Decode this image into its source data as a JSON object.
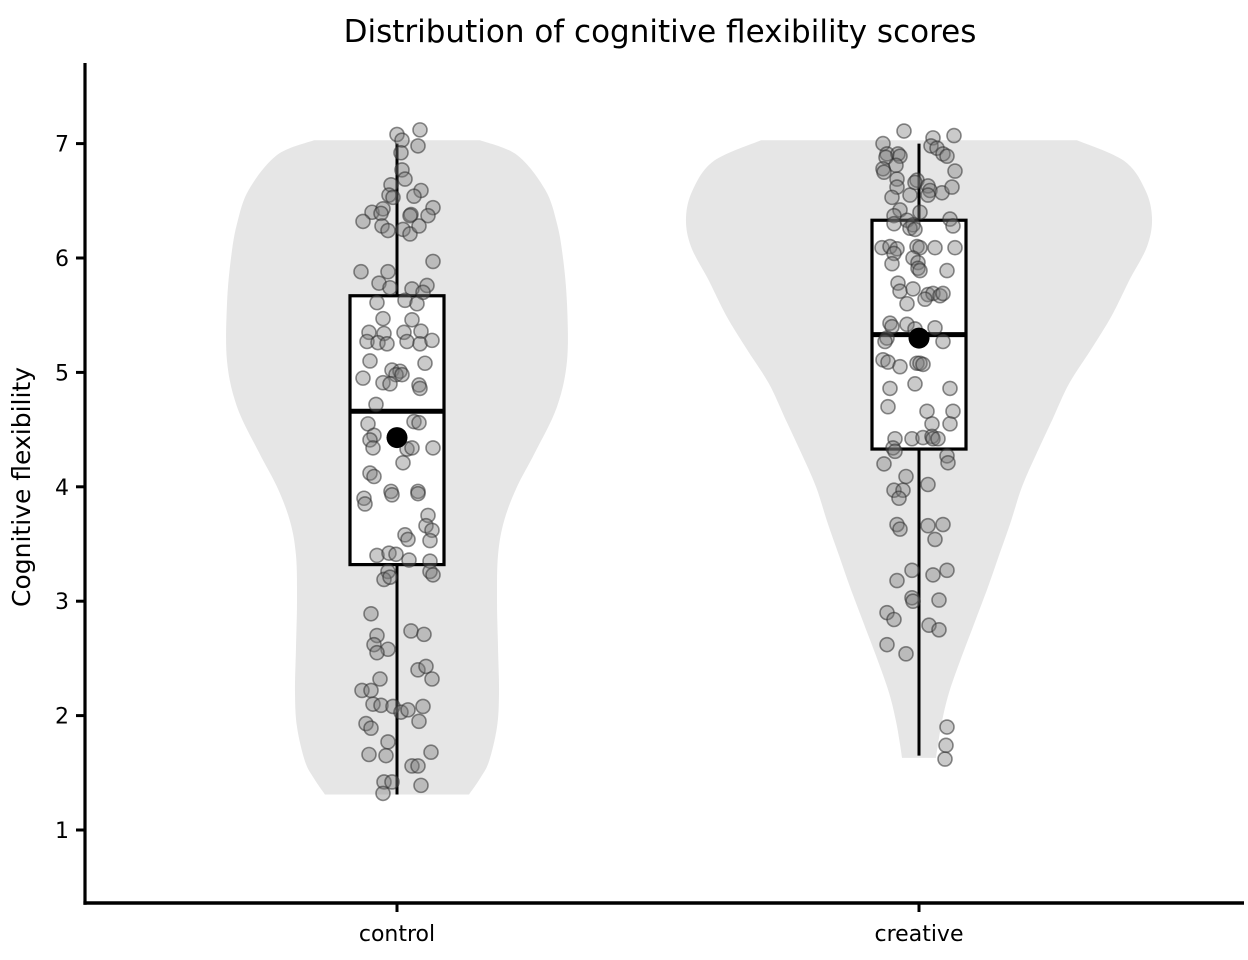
{
  "title": "Distribution of cognitive flexibility scores",
  "y_axis": {
    "label": "Cognitive flexibility"
  },
  "x_axis": {
    "categories": [
      "control",
      "creative"
    ]
  },
  "colors": {
    "violin_fill": "#e6e6e6",
    "box_fill": "#ffffff",
    "line": "#000000",
    "point_fill": "#7a7a7a",
    "point_stroke": "#2e2e2e",
    "text": "#000000"
  },
  "chart_data": {
    "type": "violin-box-jitter",
    "title": "Distribution of cognitive flexibility scores",
    "xlabel": "",
    "ylabel": "Cognitive flexibility",
    "y_tick_values": [
      1,
      2,
      3,
      4,
      5,
      6,
      7
    ],
    "ylim": [
      0.3,
      7.5
    ],
    "grid": false,
    "legend": "none",
    "categories": [
      "control",
      "creative"
    ],
    "groups": [
      {
        "name": "control",
        "box": {
          "whisker_low": 1.31,
          "q1": 3.32,
          "median": 4.66,
          "q3": 5.67,
          "whisker_high": 7.0,
          "mean": 4.43
        },
        "violin_profile": [
          [
            7.03,
            83
          ],
          [
            6.9,
            120
          ],
          [
            6.6,
            148
          ],
          [
            6.3,
            160
          ],
          [
            6.0,
            166
          ],
          [
            5.6,
            170
          ],
          [
            5.1,
            170
          ],
          [
            4.7,
            160
          ],
          [
            4.3,
            138
          ],
          [
            4.0,
            120
          ],
          [
            3.7,
            107
          ],
          [
            3.4,
            101
          ],
          [
            3.0,
            100
          ],
          [
            2.6,
            101
          ],
          [
            2.2,
            102
          ],
          [
            1.9,
            100
          ],
          [
            1.6,
            92
          ],
          [
            1.45,
            83
          ],
          [
            1.31,
            72
          ]
        ],
        "points": [
          [
            0,
            7.08
          ],
          [
            23,
            7.12
          ],
          [
            5,
            7.03
          ],
          [
            21,
            6.98
          ],
          [
            4,
            6.92
          ],
          [
            5,
            6.77
          ],
          [
            8,
            6.69
          ],
          [
            -6,
            6.64
          ],
          [
            24,
            6.59
          ],
          [
            17,
            6.54
          ],
          [
            -8,
            6.55
          ],
          [
            -4,
            6.53
          ],
          [
            -25,
            6.4
          ],
          [
            -14,
            6.43
          ],
          [
            -16,
            6.39
          ],
          [
            36,
            6.44
          ],
          [
            14,
            6.38
          ],
          [
            13,
            6.37
          ],
          [
            -34,
            6.32
          ],
          [
            31,
            6.37
          ],
          [
            -15,
            6.28
          ],
          [
            -9,
            6.24
          ],
          [
            6,
            6.25
          ],
          [
            13,
            6.21
          ],
          [
            22,
            6.28
          ],
          [
            36,
            5.97
          ],
          [
            -36,
            5.88
          ],
          [
            -9,
            5.88
          ],
          [
            -18,
            5.78
          ],
          [
            -7,
            5.74
          ],
          [
            15,
            5.73
          ],
          [
            30,
            5.76
          ],
          [
            26,
            5.7
          ],
          [
            -20,
            5.61
          ],
          [
            8,
            5.63
          ],
          [
            20,
            5.6
          ],
          [
            -14,
            5.47
          ],
          [
            15,
            5.46
          ],
          [
            -28,
            5.35
          ],
          [
            -13,
            5.34
          ],
          [
            7,
            5.35
          ],
          [
            24,
            5.36
          ],
          [
            -30,
            5.27
          ],
          [
            -19,
            5.26
          ],
          [
            -10,
            5.25
          ],
          [
            10,
            5.27
          ],
          [
            23,
            5.25
          ],
          [
            35,
            5.28
          ],
          [
            -27,
            5.1
          ],
          [
            -5,
            5.02
          ],
          [
            3,
            5.01
          ],
          [
            -1,
            4.98
          ],
          [
            5,
            4.98
          ],
          [
            28,
            5.08
          ],
          [
            -34,
            4.95
          ],
          [
            -14,
            4.91
          ],
          [
            -7,
            4.9
          ],
          [
            22,
            4.89
          ],
          [
            23,
            4.86
          ],
          [
            -21,
            4.72
          ],
          [
            17,
            4.57
          ],
          [
            22,
            4.56
          ],
          [
            -29,
            4.55
          ],
          [
            -23,
            4.45
          ],
          [
            -27,
            4.41
          ],
          [
            -24,
            4.34
          ],
          [
            10,
            4.33
          ],
          [
            15,
            4.34
          ],
          [
            36,
            4.34
          ],
          [
            6,
            4.21
          ],
          [
            -27,
            4.12
          ],
          [
            -23,
            4.09
          ],
          [
            -6,
            3.96
          ],
          [
            21,
            3.96
          ],
          [
            -33,
            3.9
          ],
          [
            -32,
            3.85
          ],
          [
            -5,
            3.93
          ],
          [
            21,
            3.94
          ],
          [
            31,
            3.75
          ],
          [
            29,
            3.66
          ],
          [
            35,
            3.62
          ],
          [
            8,
            3.58
          ],
          [
            11,
            3.54
          ],
          [
            33,
            3.53
          ],
          [
            -20,
            3.4
          ],
          [
            -8,
            3.42
          ],
          [
            -1,
            3.41
          ],
          [
            12,
            3.36
          ],
          [
            33,
            3.35
          ],
          [
            -9,
            3.26
          ],
          [
            -13,
            3.19
          ],
          [
            -7,
            3.21
          ],
          [
            33,
            3.26
          ],
          [
            36,
            3.23
          ],
          [
            -26,
            2.89
          ],
          [
            -20,
            2.7
          ],
          [
            14,
            2.74
          ],
          [
            27,
            2.71
          ],
          [
            -23,
            2.62
          ],
          [
            -9,
            2.58
          ],
          [
            -20,
            2.55
          ],
          [
            21,
            2.4
          ],
          [
            29,
            2.43
          ],
          [
            35,
            2.32
          ],
          [
            -17,
            2.32
          ],
          [
            -35,
            2.22
          ],
          [
            -26,
            2.22
          ],
          [
            -24,
            2.1
          ],
          [
            -16,
            2.09
          ],
          [
            -4,
            2.08
          ],
          [
            26,
            2.08
          ],
          [
            4,
            2.03
          ],
          [
            11,
            2.05
          ],
          [
            22,
            1.95
          ],
          [
            -31,
            1.93
          ],
          [
            -26,
            1.89
          ],
          [
            -9,
            1.77
          ],
          [
            -28,
            1.66
          ],
          [
            -11,
            1.65
          ],
          [
            34,
            1.68
          ],
          [
            15,
            1.56
          ],
          [
            21,
            1.56
          ],
          [
            -13,
            1.42
          ],
          [
            -5,
            1.42
          ],
          [
            24,
            1.39
          ],
          [
            -14,
            1.32
          ]
        ]
      },
      {
        "name": "creative",
        "box": {
          "whisker_low": 1.65,
          "q1": 4.33,
          "median": 5.33,
          "q3": 6.33,
          "whisker_high": 7.0,
          "mean": 5.3
        },
        "violin_profile": [
          [
            7.03,
            158
          ],
          [
            6.85,
            205
          ],
          [
            6.6,
            226
          ],
          [
            6.35,
            233
          ],
          [
            6.1,
            228
          ],
          [
            5.8,
            210
          ],
          [
            5.5,
            193
          ],
          [
            5.2,
            172
          ],
          [
            4.9,
            150
          ],
          [
            4.6,
            134
          ],
          [
            4.3,
            118
          ],
          [
            4.0,
            103
          ],
          [
            3.7,
            92
          ],
          [
            3.4,
            80
          ],
          [
            3.1,
            68
          ],
          [
            2.8,
            55
          ],
          [
            2.5,
            42
          ],
          [
            2.2,
            30
          ],
          [
            1.95,
            23
          ],
          [
            1.75,
            19
          ],
          [
            1.63,
            17
          ]
        ],
        "points": [
          [
            -15,
            7.11
          ],
          [
            14,
            7.05
          ],
          [
            35,
            7.07
          ],
          [
            -36,
            7.0
          ],
          [
            12,
            6.98
          ],
          [
            18,
            6.96
          ],
          [
            24,
            6.91
          ],
          [
            28,
            6.89
          ],
          [
            -32,
            6.91
          ],
          [
            -33,
            6.88
          ],
          [
            -21,
            6.91
          ],
          [
            -19,
            6.89
          ],
          [
            -23,
            6.81
          ],
          [
            -36,
            6.78
          ],
          [
            -35,
            6.75
          ],
          [
            36,
            6.76
          ],
          [
            -22,
            6.69
          ],
          [
            -2,
            6.68
          ],
          [
            -4,
            6.66
          ],
          [
            -22,
            6.62
          ],
          [
            9,
            6.63
          ],
          [
            11,
            6.59
          ],
          [
            23,
            6.57
          ],
          [
            33,
            6.62
          ],
          [
            -27,
            6.53
          ],
          [
            -9,
            6.55
          ],
          [
            9,
            6.55
          ],
          [
            -19,
            6.42
          ],
          [
            1,
            6.4
          ],
          [
            -25,
            6.37
          ],
          [
            -12,
            6.33
          ],
          [
            -6,
            6.29
          ],
          [
            -25,
            6.3
          ],
          [
            -9,
            6.26
          ],
          [
            -4,
            6.25
          ],
          [
            31,
            6.34
          ],
          [
            34,
            6.28
          ],
          [
            -37,
            6.09
          ],
          [
            -29,
            6.1
          ],
          [
            -22,
            6.08
          ],
          [
            -25,
            6.04
          ],
          [
            -2,
            6.1
          ],
          [
            1,
            6.09
          ],
          [
            16,
            6.09
          ],
          [
            36,
            6.09
          ],
          [
            -27,
            5.95
          ],
          [
            -6,
            6.0
          ],
          [
            -1,
            5.96
          ],
          [
            -1,
            5.91
          ],
          [
            1,
            5.89
          ],
          [
            28,
            5.89
          ],
          [
            -21,
            5.78
          ],
          [
            -19,
            5.71
          ],
          [
            -6,
            5.73
          ],
          [
            9,
            5.68
          ],
          [
            14,
            5.69
          ],
          [
            21,
            5.67
          ],
          [
            24,
            5.69
          ],
          [
            -12,
            5.6
          ],
          [
            6,
            5.64
          ],
          [
            -29,
            5.43
          ],
          [
            -27,
            5.4
          ],
          [
            -12,
            5.42
          ],
          [
            -4,
            5.38
          ],
          [
            16,
            5.39
          ],
          [
            24,
            5.27
          ],
          [
            -32,
            5.3
          ],
          [
            -34,
            5.27
          ],
          [
            -36,
            5.11
          ],
          [
            -31,
            5.09
          ],
          [
            -19,
            5.05
          ],
          [
            -2,
            5.08
          ],
          [
            1,
            5.08
          ],
          [
            4,
            5.07
          ],
          [
            -29,
            4.86
          ],
          [
            -4,
            4.9
          ],
          [
            31,
            4.86
          ],
          [
            -31,
            4.7
          ],
          [
            8,
            4.66
          ],
          [
            34,
            4.66
          ],
          [
            13,
            4.55
          ],
          [
            31,
            4.55
          ],
          [
            -24,
            4.42
          ],
          [
            -7,
            4.42
          ],
          [
            4,
            4.43
          ],
          [
            13,
            4.44
          ],
          [
            14,
            4.42
          ],
          [
            19,
            4.42
          ],
          [
            -26,
            4.34
          ],
          [
            -24,
            4.31
          ],
          [
            28,
            4.27
          ],
          [
            -35,
            4.2
          ],
          [
            29,
            4.21
          ],
          [
            -13,
            4.09
          ],
          [
            9,
            4.02
          ],
          [
            -25,
            3.97
          ],
          [
            -16,
            3.97
          ],
          [
            -20,
            3.9
          ],
          [
            -22,
            3.67
          ],
          [
            -19,
            3.63
          ],
          [
            9,
            3.66
          ],
          [
            24,
            3.67
          ],
          [
            16,
            3.54
          ],
          [
            -7,
            3.27
          ],
          [
            14,
            3.23
          ],
          [
            28,
            3.27
          ],
          [
            -22,
            3.18
          ],
          [
            -7,
            3.03
          ],
          [
            -6,
            3.0
          ],
          [
            20,
            3.01
          ],
          [
            -32,
            2.9
          ],
          [
            -25,
            2.84
          ],
          [
            10,
            2.79
          ],
          [
            20,
            2.75
          ],
          [
            -32,
            2.62
          ],
          [
            -13,
            2.54
          ],
          [
            28,
            1.9
          ],
          [
            27,
            1.74
          ],
          [
            26,
            1.62
          ]
        ]
      }
    ]
  }
}
